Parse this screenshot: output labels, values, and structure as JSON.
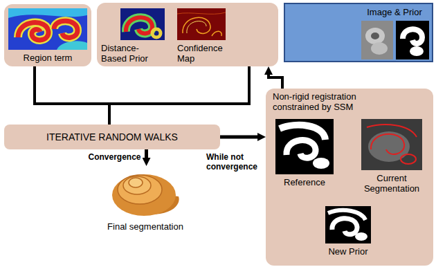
{
  "diagram": {
    "nodes": [
      {
        "text": [
          "Region term"
        ]
      },
      {
        "text": [
          "Distance-Based Prior",
          "Confidence Map"
        ]
      },
      {
        "text": [
          "Image & Prior"
        ]
      },
      {
        "text": [
          "ITERATIVE RANDOM WALKS"
        ]
      },
      {
        "text": [
          "Final segmentation"
        ]
      },
      {
        "text": [
          "Non-rigid registration constrained by SSM"
        ]
      },
      {
        "text": [
          "Reference"
        ],
        "in": 5
      },
      {
        "text": [
          "Current Segmentation"
        ],
        "in": 5
      },
      {
        "text": [
          "New Prior"
        ],
        "in": 5
      }
    ],
    "edges": [
      {
        "from": 0,
        "to": 3,
        "arrow": "none"
      },
      {
        "from": 1,
        "to": 3,
        "arrow": "none"
      },
      {
        "from": 3,
        "to": 4,
        "label": "Convergence",
        "arrow": "to"
      },
      {
        "from": 3,
        "to": 5,
        "label": "While not convergence",
        "arrow": "to"
      },
      {
        "from": 5,
        "to": 1,
        "arrow": "to"
      },
      {
        "from": 7,
        "to": 6,
        "arrow": "to"
      },
      {
        "from": 6,
        "to": 8,
        "arrow": "to"
      }
    ]
  }
}
